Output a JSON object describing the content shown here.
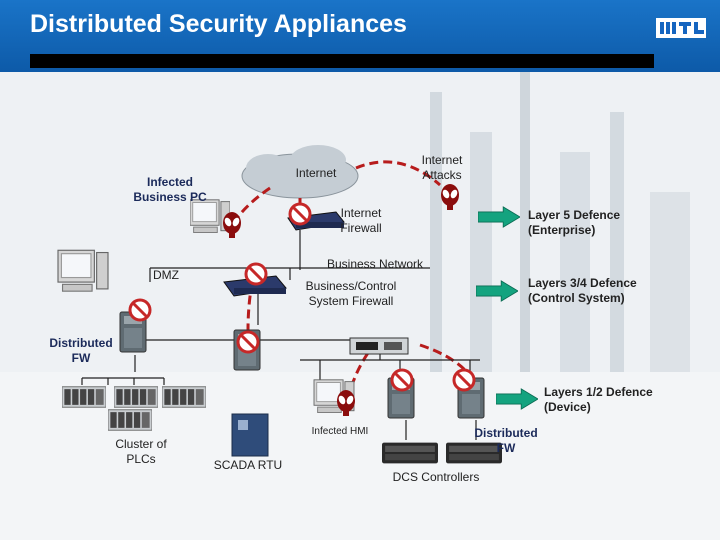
{
  "header": {
    "title": "Distributed Security Appliances",
    "brand_color": "#1565c0"
  },
  "labels": {
    "internet": "Internet",
    "internet_attacks": "Internet\nAttacks",
    "infected_business_pc": "Infected\nBusiness PC",
    "internet_firewall": "Internet\nFirewall",
    "layer5": "Layer 5 Defence\n(Enterprise)",
    "business_network": "Business Network",
    "dmz": "DMZ",
    "business_control_firewall": "Business/Control\nSystem Firewall",
    "layers34": "Layers 3/4 Defence\n(Control System)",
    "distributed_fw_left": "Distributed\nFW",
    "layers12": "Layers 1/2 Defence\n(Device)",
    "infected_hmi": "Infected HMI",
    "distributed_fw_right": "Distributed\nFW",
    "cluster_of_plcs": "Cluster of\nPLCs",
    "scada_rtu": "SCADA RTU",
    "dcs_controllers": "DCS Controllers"
  },
  "colors": {
    "arrow": "#14a37f",
    "block_sign": "#c62828",
    "attack_path": "#b71c1c",
    "network_line": "#222222"
  },
  "icons": {
    "logo": "mtl-logo-icon",
    "attacker": "alien-icon",
    "blocked": "no-entry-icon",
    "defence": "arrow-right-icon"
  }
}
